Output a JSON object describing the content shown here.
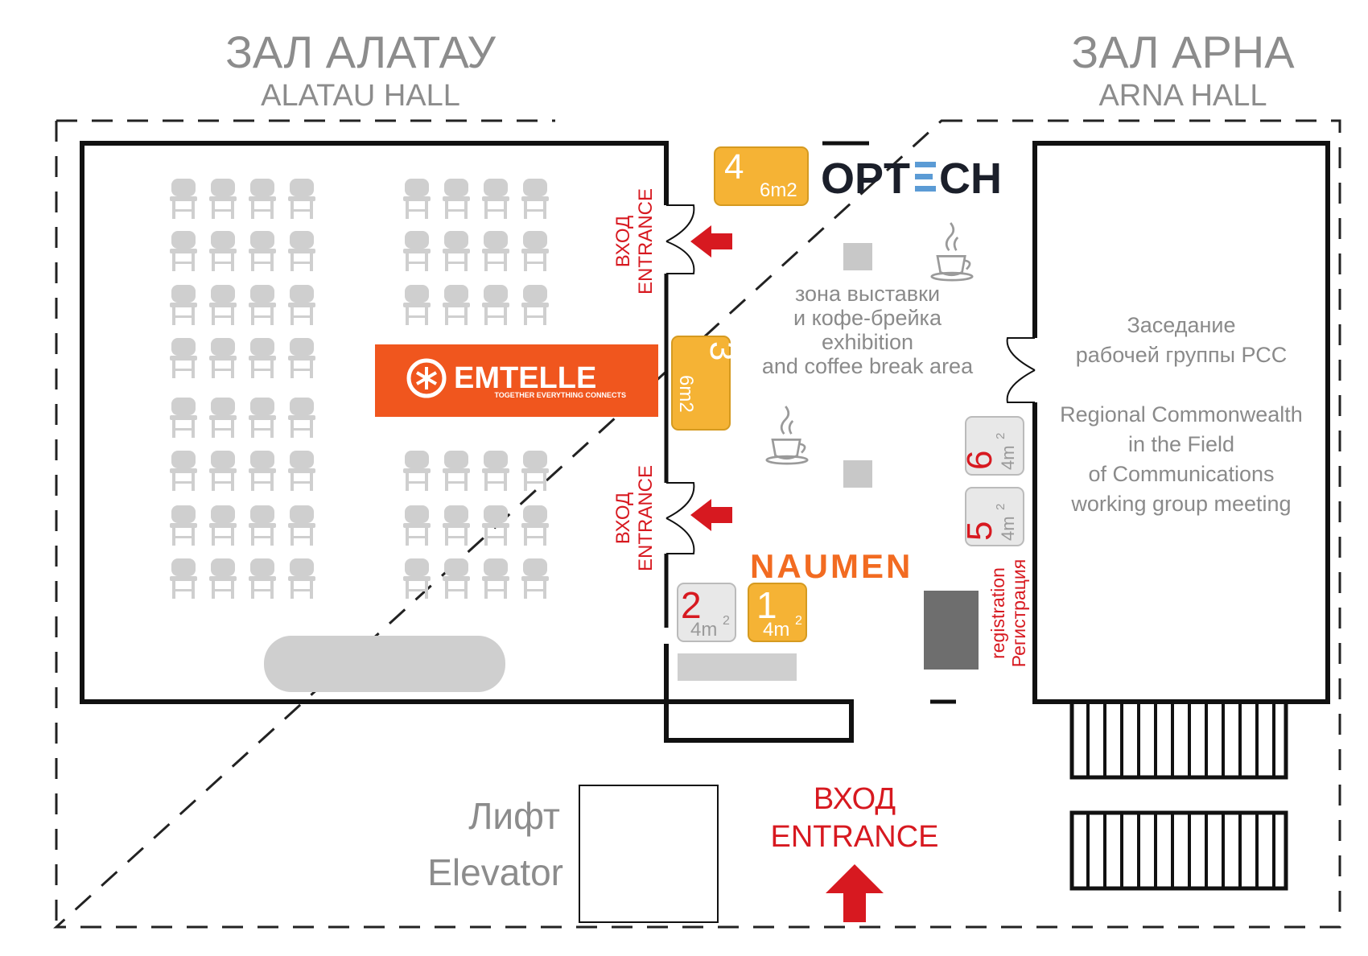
{
  "halls": {
    "left": {
      "title_ru": "ЗАЛ АЛАТАУ",
      "title_en": "ALATAU HALL"
    },
    "right": {
      "title_ru": "ЗАЛ АРНА",
      "title_en": "ARNA HALL"
    }
  },
  "entrances": {
    "hall_upper": {
      "ru": "ВХОД",
      "en": "ENTRANCE"
    },
    "hall_lower": {
      "ru": "ВХОД",
      "en": "ENTRANCE"
    },
    "main": {
      "ru": "ВХОД",
      "en": "ENTRANCE"
    }
  },
  "exhibition_zone": {
    "ru_line1": "зона выставки",
    "ru_line2": "и кофе-брейка",
    "en_line1": "exhibition",
    "en_line2": "and coffee break area"
  },
  "arna_meeting": {
    "ru_line1": "Заседание",
    "ru_line2": "рабочей группы РСС",
    "en_line1": "Regional Commonwealth",
    "en_line2": "in the Field",
    "en_line3": "of Communications",
    "en_line4": "working group meeting"
  },
  "elevator": {
    "ru": "Лифт",
    "en": "Elevator"
  },
  "registration": {
    "en": "registration",
    "ru": "Регистрация"
  },
  "booths": [
    {
      "num": "1",
      "area": "4m",
      "exp": "2",
      "status": "occupied"
    },
    {
      "num": "2",
      "area": "4m",
      "exp": "2",
      "status": "free"
    },
    {
      "num": "3",
      "area": "6m2",
      "status": "occupied"
    },
    {
      "num": "4",
      "area": "6m2",
      "status": "occupied"
    },
    {
      "num": "5",
      "area": "4m",
      "exp": "2",
      "status": "free"
    },
    {
      "num": "6",
      "area": "4m",
      "exp": "2",
      "status": "free"
    }
  ],
  "sponsors": {
    "emtelle": {
      "name": "EMTELLE",
      "tagline": "TOGETHER EVERYTHING CONNECTS"
    },
    "optech": {
      "name_part1": "OPT",
      "name_part2": "CH"
    },
    "naumen": {
      "name": "NAUMEN"
    }
  },
  "colors": {
    "booth_occupied": "#f5b335",
    "booth_free": "#e8e8e8",
    "red": "#d71920",
    "emtelle_orange": "#f0561e",
    "naumen_orange": "#f26b21",
    "optech_blue": "#5b9bd5",
    "wall": "#111111",
    "furniture": "#cfcfcf"
  }
}
